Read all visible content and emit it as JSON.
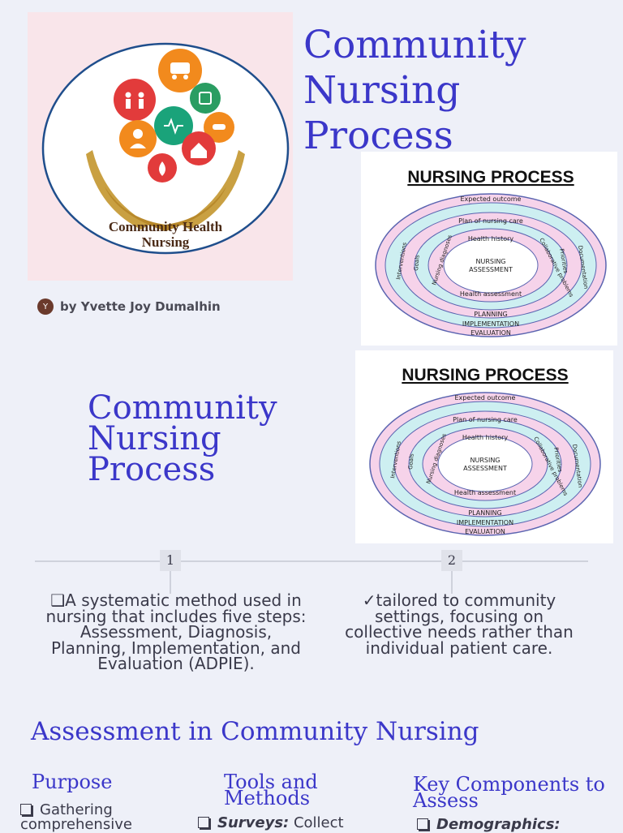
{
  "hero": {
    "title": "Community Nursing Process"
  },
  "logo": {
    "caption_line1": "Community Health",
    "caption_line2": "Nursing"
  },
  "author": {
    "initial": "Y",
    "byline": "by Yvette Joy Dumalhin"
  },
  "diagram": {
    "title": "NURSING PROCESS",
    "center_line1": "NURSING",
    "center_line2": "ASSESSMENT",
    "labels": {
      "expected_outcome": "Expected outcome",
      "plan_of_care": "Plan of nursing care",
      "health_history": "Health history",
      "collaborative": "Collaborative problems",
      "nursing_diagnoses": "Nursing diagnoses",
      "health_assessment": "Health assessment",
      "goals": "Goals",
      "interventions": "Interventions",
      "priorities": "Priorities",
      "documentation": "Documentation",
      "planning": "PLANNING",
      "implementation": "IMPLEMENTATION",
      "evaluation": "EVALUATION"
    }
  },
  "section_title": {
    "line1": "Community",
    "line2": "Nursing",
    "line3": "Process"
  },
  "timeline": {
    "steps": [
      {
        "number": "1",
        "text": "❑A systematic method used in nursing that includes five steps: Assessment, Diagnosis, Planning, Implementation, and Evaluation (ADPIE)."
      },
      {
        "number": "2",
        "text": "✓tailored to community settings, focusing on collective needs rather than individual patient care."
      }
    ]
  },
  "assessment": {
    "heading": "Assessment in Community Nursing",
    "columns": [
      {
        "heading": "Purpose",
        "bullet_lead": "",
        "bullet_text": "Gathering comprehensive"
      },
      {
        "heading": "Tools and Methods",
        "bullet_lead": "Surveys:",
        "bullet_text": " Collect"
      },
      {
        "heading": "Key Components to Assess",
        "bullet_lead": "Demographics:",
        "bullet_text": ""
      }
    ]
  },
  "colors": {
    "accent": "#3b37c9",
    "background": "#eef0f8",
    "logo_bg": "#f9e5ea",
    "text": "#3a3a4a"
  }
}
